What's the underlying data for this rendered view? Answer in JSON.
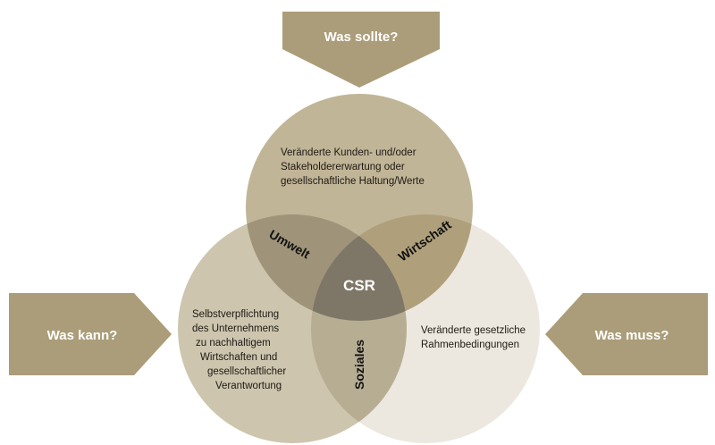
{
  "arrows": {
    "top": "Was sollte?",
    "left": "Was kann?",
    "right": "Was muss?"
  },
  "circles": {
    "top": [
      "Veränderte Kunden- und/oder",
      "Stakeholdererwartung oder",
      "gesellschaftliche Haltung/Werte"
    ],
    "left": [
      "Selbstverpflichtung",
      "des Unternehmens",
      "zu nachhaltigem",
      "Wirtschaften und",
      "gesellschaftlicher",
      "Verantwortung"
    ],
    "right": [
      "Veränderte gesetzliche",
      "Rahmenbedingungen"
    ]
  },
  "overlaps": {
    "top_left": "Umwelt",
    "top_right": "Wirtschaft",
    "left_right": "Soziales",
    "center": "CSR"
  },
  "colors": {
    "arrow": "#ab9d79",
    "top": "#c1b597",
    "left": "#cdc5ae",
    "right": "#ede8df",
    "umwelt": "#9f9479",
    "wirtschaft": "#afa07b",
    "soziales": "#b7ad93",
    "csr": "#7e7767"
  }
}
